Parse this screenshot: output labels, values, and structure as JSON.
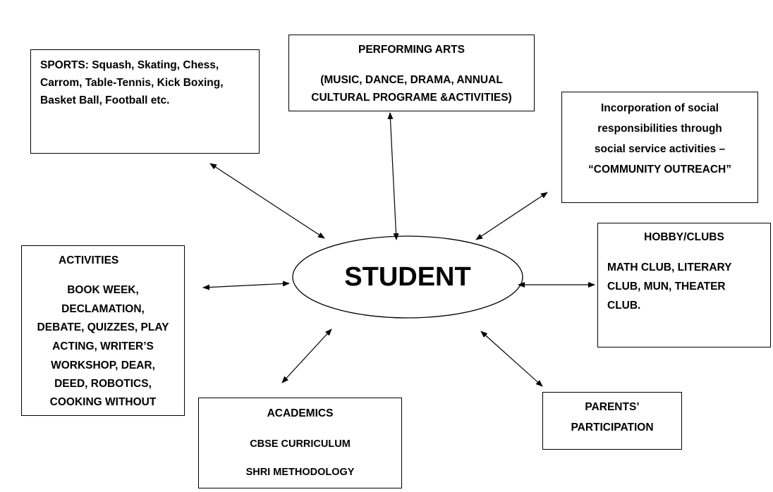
{
  "center": {
    "label": "STUDENT"
  },
  "sports": {
    "lines": [
      "SPORTS: Squash, Skating, Chess,",
      "Carrom, Table-Tennis, Kick Boxing,",
      "Basket Ball, Football etc."
    ]
  },
  "performing_arts": {
    "title": "PERFORMING ARTS",
    "lines": [
      "(MUSIC, DANCE, DRAMA, ANNUAL",
      "CULTURAL PROGRAME &ACTIVITIES)"
    ]
  },
  "community": {
    "lines": [
      "Incorporation of social",
      "responsibilities through",
      "social service activities –",
      "“COMMUNITY OUTREACH”"
    ]
  },
  "hobby": {
    "title": "HOBBY/CLUBS",
    "lines": [
      "MATH CLUB, LITERARY",
      "CLUB, MUN, THEATER",
      "CLUB."
    ]
  },
  "activities": {
    "title": "ACTIVITIES",
    "lines": [
      "BOOK WEEK,",
      "DECLAMATION,",
      "DEBATE, QUIZZES, PLAY",
      "ACTING, WRITER’S",
      "WORKSHOP, DEAR,",
      "DEED, ROBOTICS,",
      "COOKING WITHOUT"
    ]
  },
  "academics": {
    "title": "ACADEMICS",
    "lines": [
      "CBSE CURRICULUM",
      "SHRI METHODOLOGY"
    ]
  },
  "parents": {
    "lines": [
      "PARENTS’",
      "PARTICIPATION"
    ]
  }
}
